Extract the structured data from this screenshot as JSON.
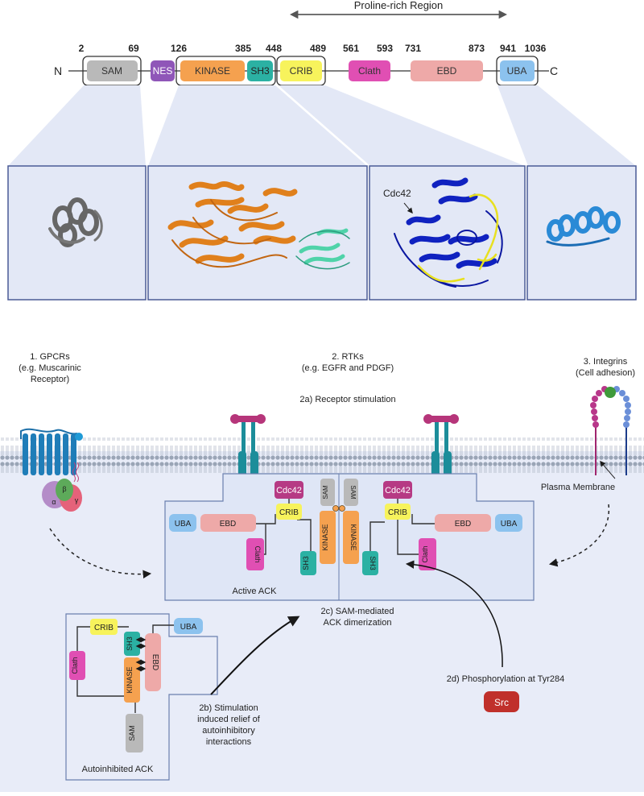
{
  "domain_bar": {
    "region_label": "Proline-rich Region",
    "n_label": "N",
    "c_label": "C",
    "positions": [
      "2",
      "69",
      "126",
      "385",
      "448",
      "489",
      "561",
      "593",
      "731",
      "873",
      "941",
      "1036"
    ],
    "domains": {
      "sam": "SAM",
      "nes": "NES",
      "kinase": "KINASE",
      "sh3": "SH3",
      "crib": "CRIB",
      "clath": "Clath",
      "ebd": "EBD",
      "uba": "UBA"
    }
  },
  "structures": {
    "cdc42_label": "Cdc42"
  },
  "pathway": {
    "gpcr_title": "1. GPCRs",
    "gpcr_sub": "(e.g. Muscarinic",
    "gpcr_sub2": "Receptor)",
    "rtk_title": "2. RTKs",
    "rtk_sub": "(e.g. EGFR and PDGF)",
    "stim_label": "2a) Receptor stimulation",
    "integrin_title": "3. Integrins",
    "integrin_sub": "(Cell adhesion)",
    "plasma_membrane": "Plasma Membrane",
    "g_alpha": "α",
    "g_beta": "β",
    "g_gamma": "γ",
    "active_ack": "Active ACK",
    "dimer_label_1": "2c) SAM-mediated",
    "dimer_label_2": "ACK dimerization",
    "relief_1": "2b) Stimulation",
    "relief_2": "induced relief of",
    "relief_3": "autoinhibitory",
    "relief_4": "interactions",
    "phospho_label": "2d) Phosphorylation at Tyr284",
    "src_label": "Src",
    "autoinhibited_ack": "Autoinhibited ACK",
    "cdc42": "Cdc42",
    "crib": "CRIB",
    "uba": "UBA",
    "ebd": "EBD",
    "clath": "Clath",
    "sh3": "SH3",
    "kinase": "KINASE",
    "sam": "SAM"
  },
  "colors": {
    "sam": "#b9b9b9",
    "nes": "#8f56b8",
    "kinase": "#f5a14f",
    "sh3": "#2bb1a3",
    "crib": "#f7f35c",
    "clath": "#e04fb3",
    "ebd": "#eea9a8",
    "uba": "#8cc2ee",
    "cdc42": "#b63a84",
    "src": "#c0302b",
    "receptor": "#1c8d9a",
    "panel": "#e3e8f6"
  }
}
